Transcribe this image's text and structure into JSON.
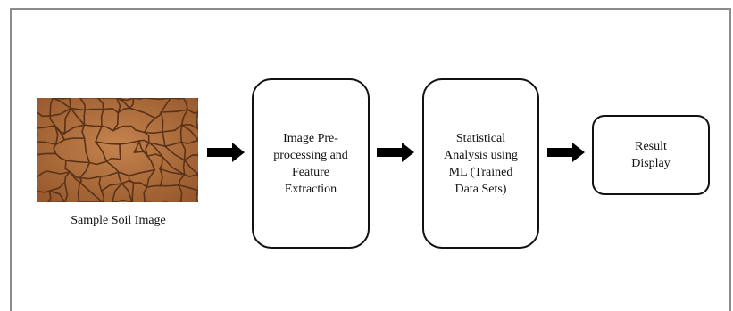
{
  "diagram": {
    "caption": "Sample Soil Image",
    "steps": [
      {
        "label": "Image Pre-processing and Feature Extraction"
      },
      {
        "label": "Statistical Analysis using ML (Trained Data Sets)"
      },
      {
        "label": "Result Display"
      }
    ]
  },
  "colors": {
    "border": "#111111",
    "frame": "#8c8c8c",
    "soil_base": "#b0703f",
    "soil_crack": "#5a3218"
  }
}
